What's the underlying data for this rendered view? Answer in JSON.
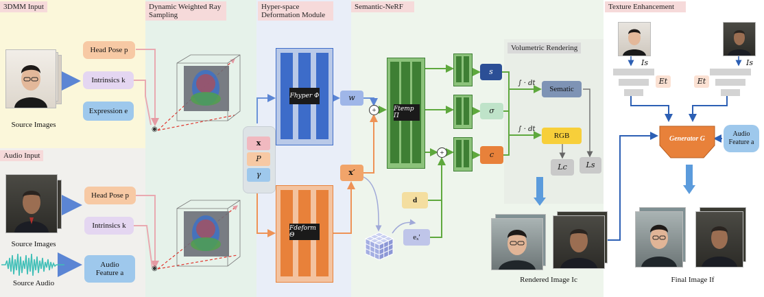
{
  "sections": {
    "dmm_input": "3DMM Input",
    "audio_input": "Audio Input",
    "ray_sampling": "Dynamic Weighted Ray Sampling",
    "hyperspace": "Hyper-space Deformation Module",
    "semantic_nerf": "Semantic-NeRF",
    "volumetric": "Volumetric Rendering",
    "texture": "Texture Enhancement"
  },
  "inputs_3dmm": {
    "head_pose": "Head Pose p",
    "intrinsics": "Intrinsics k",
    "expression": "Expression e",
    "caption": "Source Images"
  },
  "inputs_audio": {
    "head_pose": "Head Pose p",
    "intrinsics": "Intrinsics k",
    "audio_feature": "Audio Feature a",
    "images_caption": "Source Images",
    "audio_caption": "Source Audio"
  },
  "hyper": {
    "x": "x",
    "p": "P",
    "gamma": "γ",
    "f_hyper": "Fhyper Φ",
    "f_deform": "Fdeform Θ",
    "w": "w",
    "x_prime": "x′"
  },
  "nerf": {
    "f_temp": "Ftemp Π",
    "d": "d",
    "e_x": "eₓ′",
    "s": "s",
    "sigma": "σ",
    "c": "c",
    "integral1": "∫ · dt",
    "integral2": "∫ · dt",
    "plus": "+"
  },
  "render": {
    "sematic": "Sematic",
    "rgb": "RGB",
    "lc": "Lc",
    "ls": "Ls",
    "caption": "Rendered Image Ic"
  },
  "texture": {
    "ls1": "Is",
    "ls2": "Is",
    "et1": "Et",
    "et2": "Et",
    "generator": "Generator G",
    "audio_feature": "Audio Feature a",
    "caption": "Final Image If"
  },
  "colors": {
    "blue_net": "#3d6cc9",
    "orange_net": "#e8813a",
    "green_net": "#3e7f34",
    "navy": "#2c4f96"
  }
}
